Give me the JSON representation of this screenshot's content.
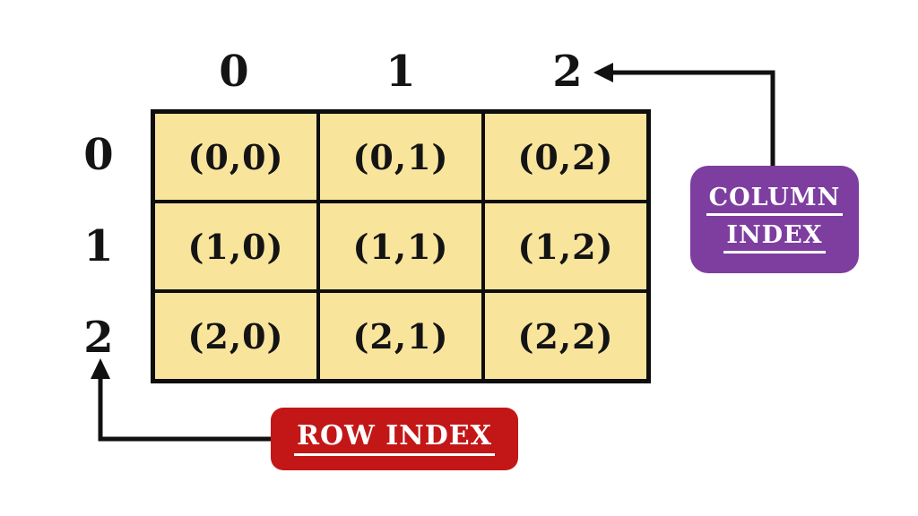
{
  "matrix": {
    "column_labels": [
      "0",
      "1",
      "2"
    ],
    "row_labels": [
      "0",
      "1",
      "2"
    ],
    "cells": [
      [
        "(0,0)",
        "(0,1)",
        "(0,2)"
      ],
      [
        "(1,0)",
        "(1,1)",
        "(1,2)"
      ],
      [
        "(2,0)",
        "(2,1)",
        "(2,2)"
      ]
    ]
  },
  "callouts": {
    "column_index": {
      "line1": "COLUMN",
      "line2": "INDEX",
      "fill": "#7D3EA0",
      "text_color": "#FFFFFF"
    },
    "row_index": {
      "label": "ROW INDEX",
      "fill": "#C31717",
      "text_color": "#FFFFFF"
    }
  },
  "colors": {
    "background": "#FFFFFF",
    "cell_fill": "#F8E49B",
    "grid_line": "#0E0E0E",
    "arrow": "#111111",
    "label_text": "#141414"
  }
}
